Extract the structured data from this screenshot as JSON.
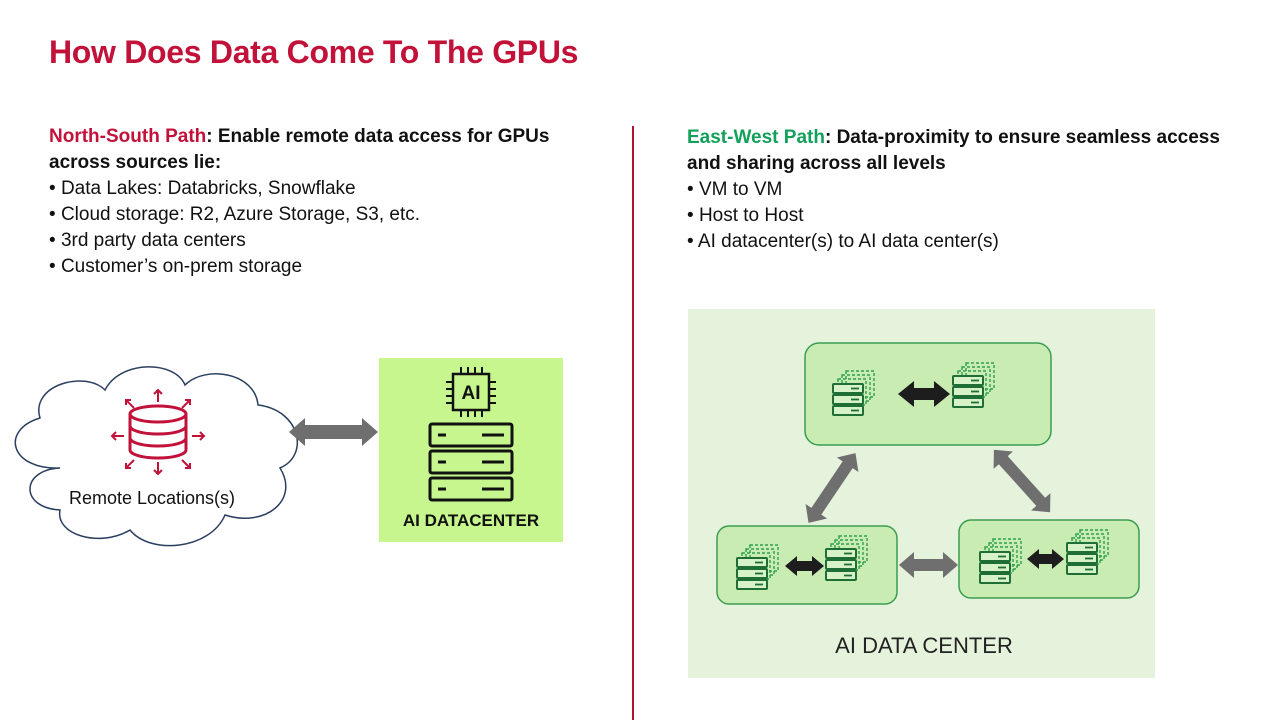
{
  "title": "How Does Data Come To The GPUs",
  "left": {
    "path_name": "North-South Path",
    "heading": ": Enable remote data access for GPUs across sources lie:",
    "bullets": [
      "Data Lakes: Databricks, Snowflake",
      "Cloud storage: R2, Azure Storage, S3, etc.",
      "3rd party data centers",
      "Customer’s on-prem storage"
    ]
  },
  "right": {
    "path_name": "East-West Path",
    "heading": ": Data-proximity to ensure seamless access and sharing across all levels",
    "bullets": [
      "VM to VM",
      "Host to Host",
      "AI datacenter(s) to AI data center(s)"
    ]
  },
  "diagram_left": {
    "cloud_label": "Remote Locations(s)",
    "datacenter_label": "AI DATACENTER",
    "chip_label": "AI",
    "icons": [
      "database-icon",
      "server-rack-icon",
      "ai-chip-icon"
    ]
  },
  "diagram_right": {
    "panel_label": "AI DATA CENTER",
    "icons": [
      "server-stack-icon"
    ]
  },
  "colors": {
    "title_red": "#c2123a",
    "east_west_green": "#12a05a",
    "datacenter_fill": "#c6f68d",
    "panel_fill": "#e6f3dc",
    "node_fill": "#c9ecb3",
    "arrow_gray": "#6f6f6f"
  }
}
